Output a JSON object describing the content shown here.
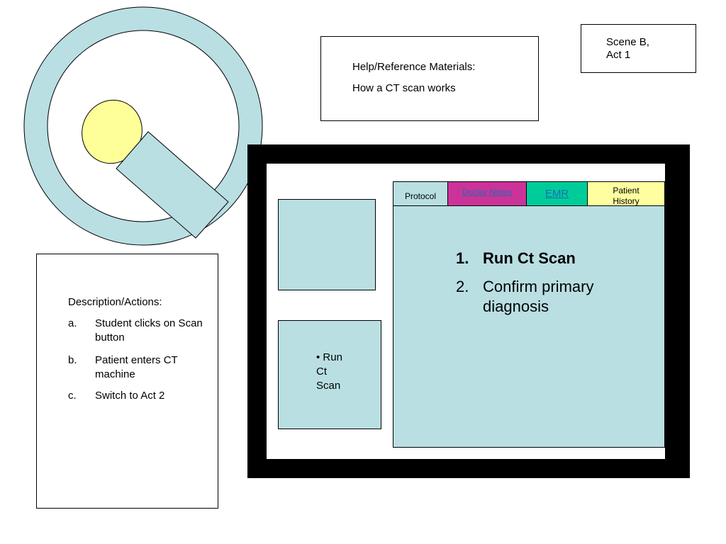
{
  "reference": {
    "title": "Help/Reference Materials:",
    "item": "How a CT scan works"
  },
  "scene": {
    "label": "Scene B,\nAct 1"
  },
  "description": {
    "title": "Description/Actions:",
    "items": [
      {
        "marker": "a.",
        "text": "Student clicks on Scan button"
      },
      {
        "marker": "b.",
        "text": "Patient enters CT machine"
      },
      {
        "marker": "c.",
        "text": "Switch to Act 2"
      }
    ]
  },
  "tabs": [
    {
      "label": "Protocol",
      "color": "#b9dfe3"
    },
    {
      "label": "Doctor Notes",
      "color": "#cc3399"
    },
    {
      "label": "EMR",
      "color": "#00cc99"
    },
    {
      "label": "Patient History",
      "color": "#ffffa0"
    }
  ],
  "scan_button": {
    "label": "• Run\nCt\nScan"
  },
  "protocol": {
    "items": [
      {
        "num": "1.",
        "text": "Run Ct Scan"
      },
      {
        "num": "2.",
        "text": "Confirm primary diagnosis"
      }
    ]
  },
  "colors": {
    "ct_ring": "#b9dfe3",
    "patient_head": "#ffff99",
    "frame": "#000000"
  }
}
